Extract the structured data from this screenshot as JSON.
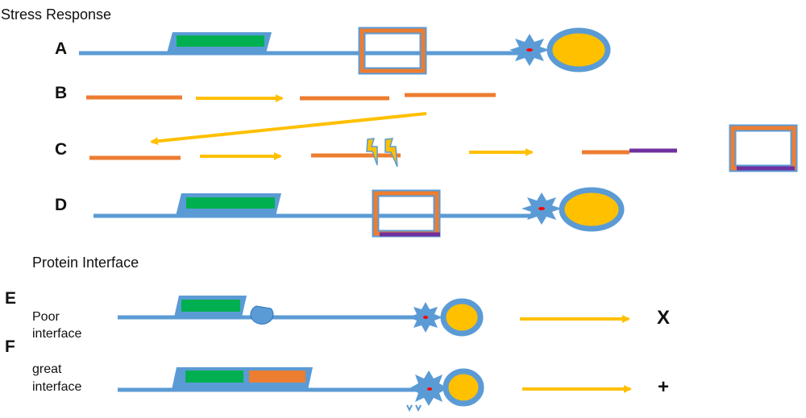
{
  "sections": {
    "stress_title": "Stress Response",
    "protein_title": "Protein Interface"
  },
  "rows": {
    "a": "A",
    "b": "B",
    "c": "C",
    "d": "D",
    "e": "E",
    "f": "F"
  },
  "annotations": {
    "poor_line1": "Poor",
    "poor_line2": "interface",
    "great_line1": "great",
    "great_line2": "interface"
  },
  "outcomes": {
    "poor": "X",
    "great": "+"
  },
  "colors": {
    "backbone_blue": "#5b9bd5",
    "domain_green": "#00b050",
    "gene_orange": "#ed7d31",
    "arrow_yellow": "#ffc000",
    "accent_purple": "#7030a0",
    "cell_yellow": "#ffc000",
    "dot_red": "#ff0000"
  }
}
